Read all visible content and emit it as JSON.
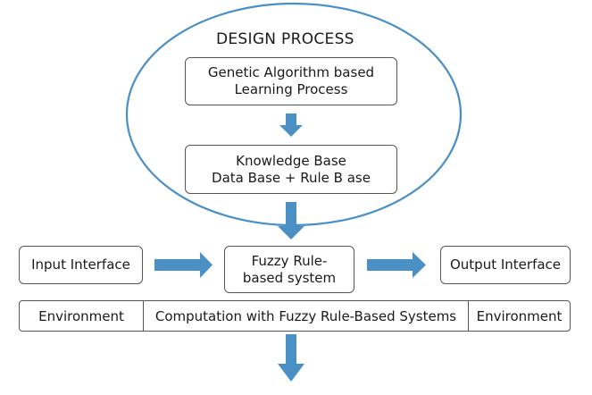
{
  "colors": {
    "accent": "#4a90c4",
    "border": "#555555",
    "ellipse": "#4a90c4"
  },
  "design_process": {
    "title": "DESIGN PROCESS",
    "learning_box": {
      "line1": "Genetic Algorithm based",
      "line2": "Learning Process"
    },
    "knowledge_box": {
      "line1": "Knowledge Base",
      "line2": "Data Base + Rule B ase"
    }
  },
  "flow": {
    "input": "Input Interface",
    "fuzzy": {
      "line1": "Fuzzy Rule-",
      "line2": "based system"
    },
    "output": "Output Interface"
  },
  "bottom_bar": {
    "left": "Environment",
    "center": "Computation with Fuzzy Rule-Based Systems",
    "right": "Environment"
  }
}
